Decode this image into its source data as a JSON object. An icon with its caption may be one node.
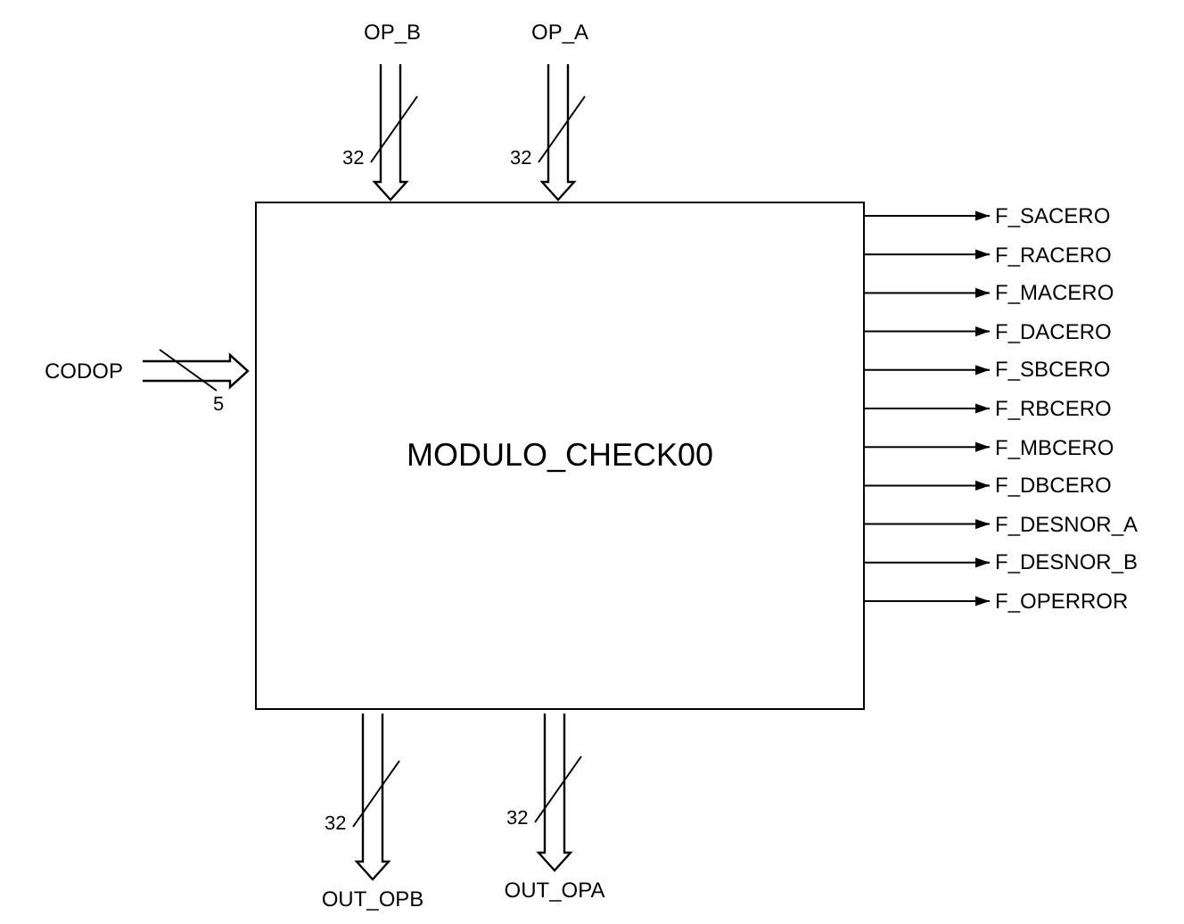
{
  "diagram": {
    "nodes": [
      {
        "text": [
          "MODULO_CHECK00"
        ]
      },
      {
        "text": [
          "OP_B"
        ]
      },
      {
        "text": [
          "OP_A"
        ]
      },
      {
        "text": [
          "CODOP"
        ]
      },
      {
        "text": [
          "F_SACERO"
        ]
      },
      {
        "text": [
          "F_RACERO"
        ]
      },
      {
        "text": [
          "F_MACERO"
        ]
      },
      {
        "text": [
          "F_DACERO"
        ]
      },
      {
        "text": [
          "F_SBCERO"
        ]
      },
      {
        "text": [
          "F_RBCERO"
        ]
      },
      {
        "text": [
          "F_MBCERO"
        ]
      },
      {
        "text": [
          "F_DBCERO"
        ]
      },
      {
        "text": [
          "F_DESNOR_A"
        ]
      },
      {
        "text": [
          "F_DESNOR_B"
        ]
      },
      {
        "text": [
          "F_OPERROR"
        ]
      },
      {
        "text": [
          "OUT_OPB"
        ]
      },
      {
        "text": [
          "OUT_OPA"
        ]
      }
    ],
    "edges": [
      {
        "from": 1,
        "to": 0,
        "arrow": "to",
        "label": "32",
        "style": "thick"
      },
      {
        "from": 2,
        "to": 0,
        "arrow": "to",
        "label": "32",
        "style": "thick"
      },
      {
        "from": 3,
        "to": 0,
        "arrow": "to",
        "label": "5",
        "style": "thick"
      },
      {
        "from": 0,
        "to": 4,
        "arrow": "to"
      },
      {
        "from": 0,
        "to": 5,
        "arrow": "to"
      },
      {
        "from": 0,
        "to": 6,
        "arrow": "to"
      },
      {
        "from": 0,
        "to": 7,
        "arrow": "to"
      },
      {
        "from": 0,
        "to": 8,
        "arrow": "to"
      },
      {
        "from": 0,
        "to": 9,
        "arrow": "to"
      },
      {
        "from": 0,
        "to": 10,
        "arrow": "to"
      },
      {
        "from": 0,
        "to": 11,
        "arrow": "to"
      },
      {
        "from": 0,
        "to": 12,
        "arrow": "to"
      },
      {
        "from": 0,
        "to": 13,
        "arrow": "to"
      },
      {
        "from": 0,
        "to": 14,
        "arrow": "to"
      },
      {
        "from": 0,
        "to": 15,
        "arrow": "to",
        "label": "32",
        "style": "thick"
      },
      {
        "from": 0,
        "to": 16,
        "arrow": "to",
        "label": "32",
        "style": "thick"
      }
    ]
  }
}
